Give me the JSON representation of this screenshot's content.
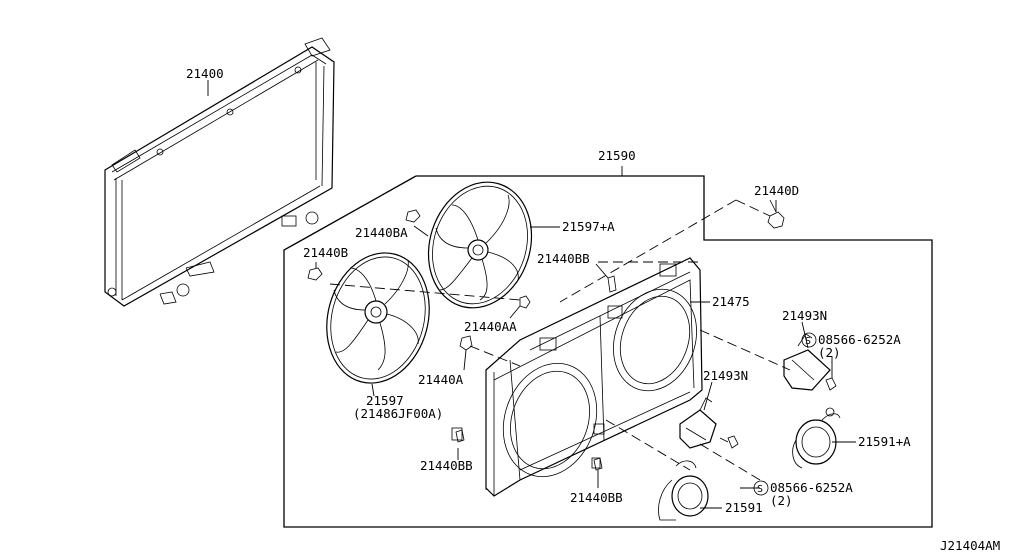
{
  "diagram_code": "J21404AM",
  "labels": {
    "radiator": "21400",
    "fan_shroud_assy": "21590",
    "bolt_d": "21440D",
    "bolt_ba": "21440BA",
    "fan_motor_blade_a": "21597+A",
    "bolt_b": "21440B",
    "bolt_bb_top": "21440BB",
    "shroud": "21475",
    "bolt_aa": "21440AA",
    "resistor_top": "21493N",
    "screw_top": "08566-6252A",
    "screw_top_qty": "(2)",
    "bolt_a": "21440A",
    "resistor_bottom": "21493N",
    "fan_blade": "21597",
    "fan_blade_alt": "(21486JF00A)",
    "motor_a": "21591+A",
    "bolt_bb_left": "21440BB",
    "bolt_bb_mid": "21440BB",
    "screw_bottom": "08566-6252A",
    "screw_bottom_qty": "(2)",
    "motor": "21591"
  },
  "screw_symbol": "S"
}
